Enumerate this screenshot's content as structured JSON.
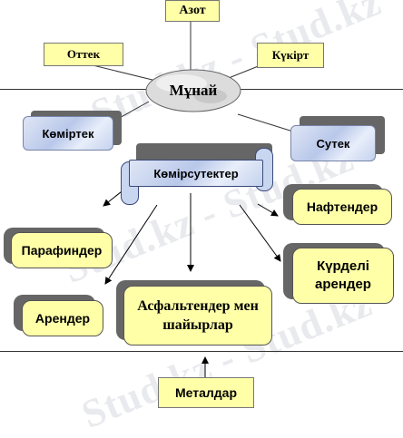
{
  "watermark": "Stud.kz - Stud.kz",
  "center": "Мұнай",
  "nodes": {
    "azot": "Азот",
    "ottek": "Оттек",
    "kukirt": "Күкірт",
    "komirtek": "Көміртек",
    "sutek": "Сутек",
    "komirsutekter": "Көмірсутектер",
    "naftender": "Нафтендер",
    "parafinder": "Парафиндер",
    "kurdeli_arender": "Күрделі арендер",
    "arender": "Арендер",
    "asfaltender": "Асфальтендер мен шайырлар",
    "metaldar": "Металдар"
  },
  "colors": {
    "box_yellow": "#ffffa8",
    "box_blue": "#c8d4ef",
    "shadow": "#666666",
    "line": "#333333"
  }
}
